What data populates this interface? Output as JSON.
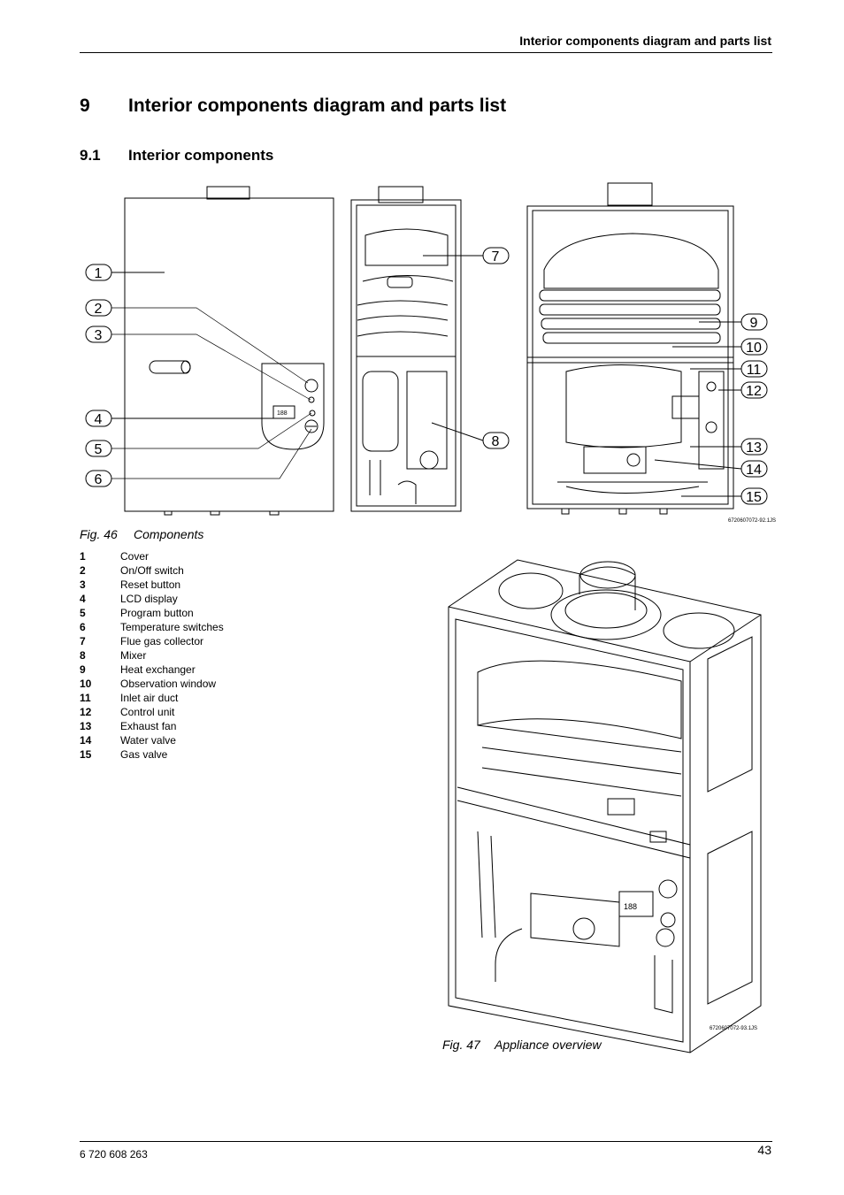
{
  "header": {
    "running_title": "Interior components diagram and parts list"
  },
  "chapter": {
    "number": "9",
    "title": "Interior components diagram and parts list"
  },
  "section": {
    "number": "9.1",
    "title": "Interior components"
  },
  "fig46": {
    "number": "Fig. 46",
    "title": "Components",
    "code": "6720607072-92.1JS",
    "callouts_left": [
      "1",
      "2",
      "3",
      "4",
      "5",
      "6"
    ],
    "callouts_mid": [
      "7",
      "8"
    ],
    "callouts_right": [
      "9",
      "10",
      "11",
      "12",
      "13",
      "14",
      "15"
    ],
    "lcd_text": "188"
  },
  "parts": [
    {
      "num": "1",
      "label": "Cover"
    },
    {
      "num": "2",
      "label": "On/Off switch"
    },
    {
      "num": "3",
      "label": "Reset button"
    },
    {
      "num": "4",
      "label": "LCD display"
    },
    {
      "num": "5",
      "label": "Program button"
    },
    {
      "num": "6",
      "label": "Temperature switches"
    },
    {
      "num": "7",
      "label": "Flue gas collector"
    },
    {
      "num": "8",
      "label": "Mixer"
    },
    {
      "num": "9",
      "label": "Heat exchanger"
    },
    {
      "num": "10",
      "label": "Observation window"
    },
    {
      "num": "11",
      "label": "Inlet air duct"
    },
    {
      "num": "12",
      "label": "Control unit"
    },
    {
      "num": "13",
      "label": "Exhaust fan"
    },
    {
      "num": "14",
      "label": "Water valve"
    },
    {
      "num": "15",
      "label": "Gas valve"
    }
  ],
  "fig47": {
    "number": "Fig. 47",
    "title": "Appliance overview",
    "code": "6720607072-93.1JS",
    "lcd_text": "188"
  },
  "footer": {
    "doc_number": "6 720 608 263",
    "page": "43"
  }
}
